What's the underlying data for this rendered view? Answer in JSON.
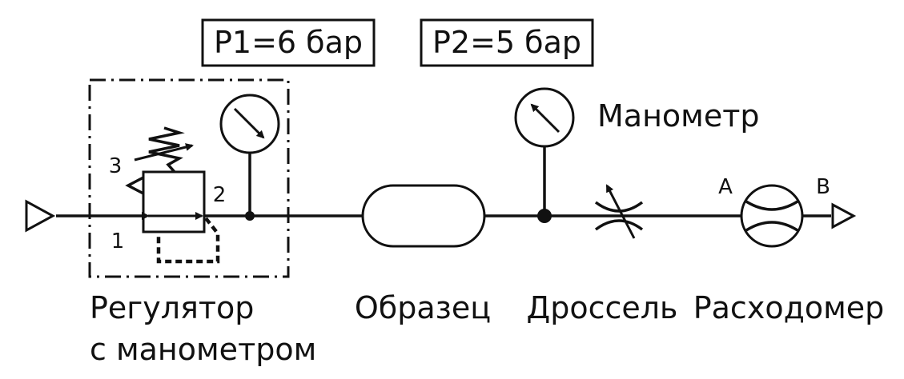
{
  "pressure_boxes": {
    "p1": "P1=6 бар",
    "p2": "P2=5 бар"
  },
  "ports": {
    "port_1": "1",
    "port_2": "2",
    "port_3": "3",
    "port_a": "A",
    "port_b": "B"
  },
  "labels": {
    "manometer": "Манометр",
    "regulator_line1": "Регулятор",
    "regulator_line2": "с манометром",
    "sample": "Образец",
    "throttle": "Дроссель",
    "flowmeter": "Расходомер"
  },
  "colors": {
    "line": "#111111",
    "background": "#ffffff"
  }
}
